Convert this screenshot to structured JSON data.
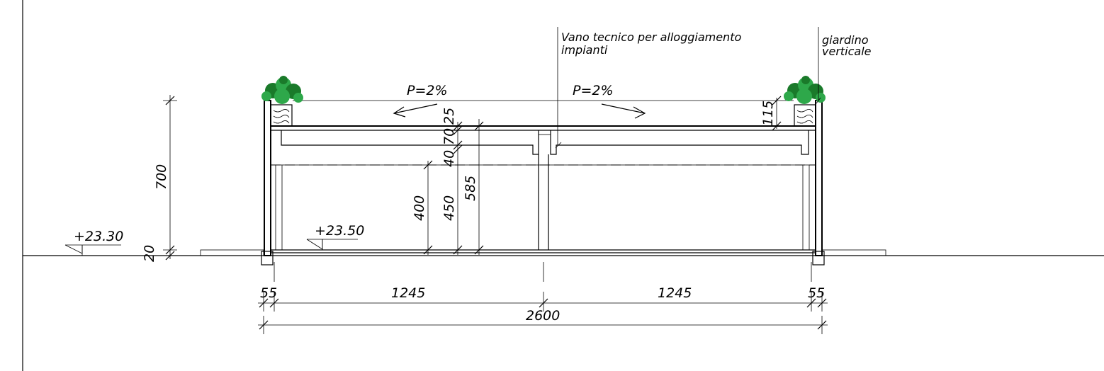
{
  "annotations": {
    "technical_space": "Vano tecnico per alloggiamento",
    "technical_space_2": "impianti",
    "vertical_garden": "giardino",
    "vertical_garden_2": "verticale"
  },
  "slopes": {
    "left": "P=2%",
    "right": "P=2%"
  },
  "levels": {
    "outside": "+23.30",
    "floor": "+23.50"
  },
  "dims": {
    "total_height": "700",
    "base": "20",
    "planter": "115",
    "d25": "25",
    "d70": "70",
    "d40": "40",
    "d400": "400",
    "d450": "450",
    "d585": "585",
    "w55_left": "55",
    "w1245_left": "1245",
    "w1245_right": "1245",
    "w55_right": "55",
    "w_total": "2600"
  },
  "colors": {
    "plant_dark": "#1a7a2a",
    "plant_light": "#2ea84a",
    "beam_fill": "#e6e6e6"
  }
}
